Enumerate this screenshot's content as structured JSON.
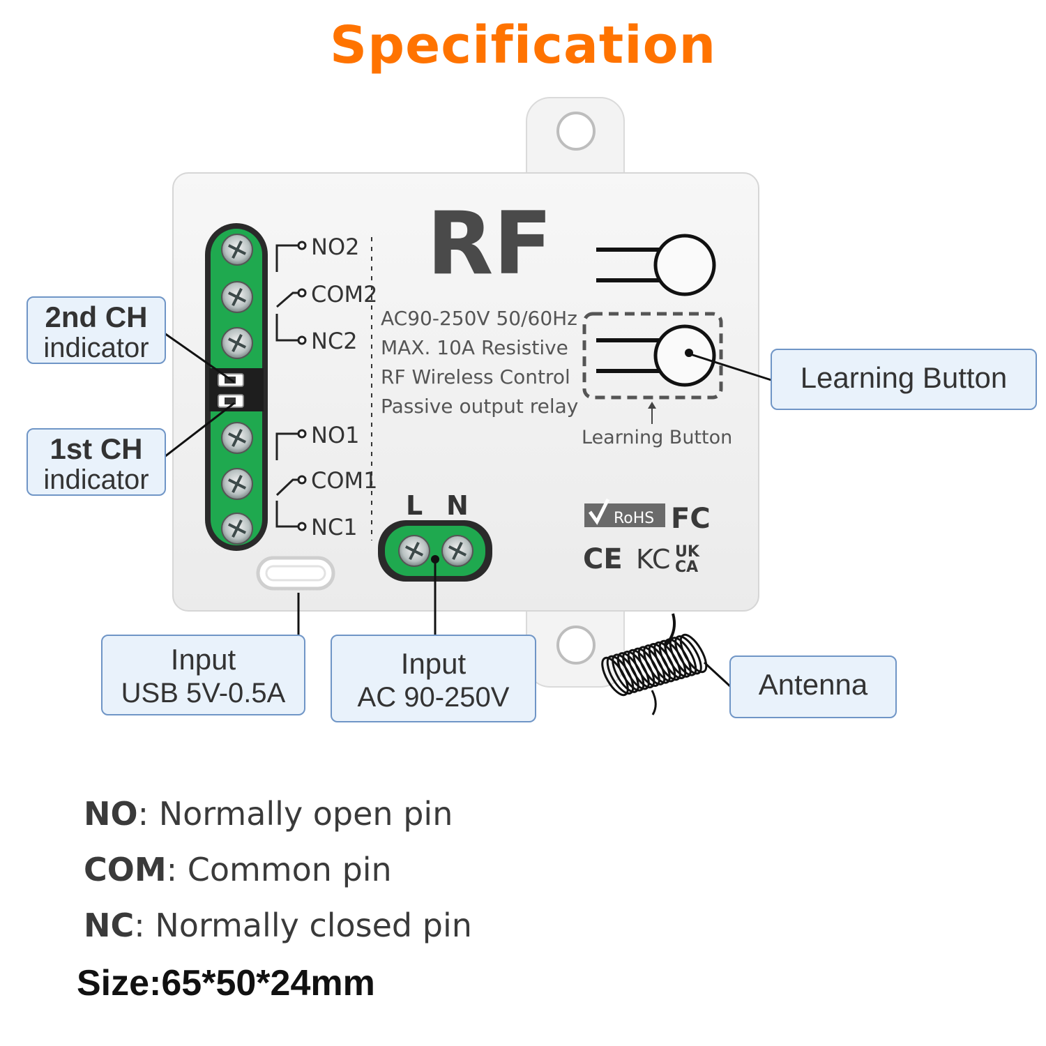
{
  "title": "Specification",
  "device": {
    "brand_text": "RF",
    "spec_lines": [
      "AC90-250V 50/60Hz",
      "MAX. 10A  Resistive",
      "RF Wireless Control",
      "Passive output relay"
    ],
    "learning_button_caption": "Learning Button",
    "terminal_labels": [
      "NO2",
      "COM2",
      "NC2",
      "NO1",
      "COM1",
      "NC1"
    ],
    "power_terminal_labels": [
      "L",
      "N"
    ],
    "certifications": [
      "RoHS",
      "FC",
      "CE",
      "KC",
      "UK CA"
    ]
  },
  "callouts": {
    "ch2": {
      "title": "2nd CH",
      "subtitle": "indicator"
    },
    "ch1": {
      "title": "1st CH",
      "subtitle": "indicator"
    },
    "learning": {
      "text": "Learning Button"
    },
    "usb": {
      "title": "Input",
      "subtitle": "USB 5V-0.5A"
    },
    "ac": {
      "title": "Input",
      "subtitle": "AC 90-250V"
    },
    "antenna": {
      "text": "Antenna"
    }
  },
  "legend": [
    {
      "term": "NO",
      "desc": ": Normally open pin"
    },
    {
      "term": "COM",
      "desc": ": Common pin"
    },
    {
      "term": "NC",
      "desc": ": Normally closed pin"
    }
  ],
  "size": "Size:65*50*24mm",
  "colors": {
    "title": "#ff7300",
    "terminal_green": "#17a34a",
    "callout_fill": "#e9f2fb",
    "callout_border": "#6f95c6"
  }
}
